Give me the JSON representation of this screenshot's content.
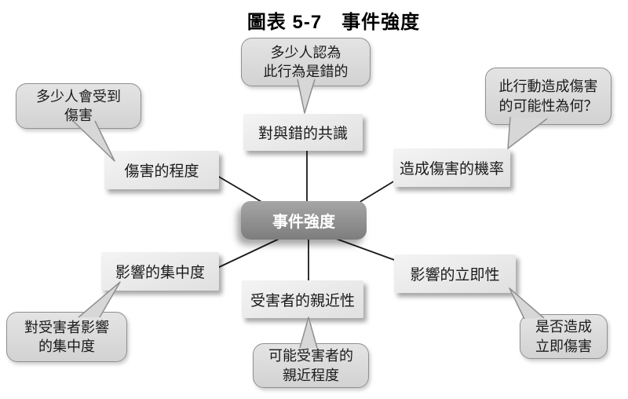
{
  "page": {
    "title": "圖表 5-7　事件強度"
  },
  "colors": {
    "center_fill": "#8a8a8a",
    "center_text": "#ffffff",
    "node_fill": "#e6e6e6",
    "callout_fill": "#d7d7d7",
    "callout_border": "#8f8f8f",
    "line": "#1a1a1a",
    "text": "#1a1a1a"
  },
  "diagram": {
    "center": {
      "label": "事件強度"
    },
    "nodes": [
      {
        "position": "top",
        "label": "對與錯的共識",
        "callout": "多少人認為\n此行為是錯的"
      },
      {
        "position": "upper-left",
        "label": "傷害的程度",
        "callout": "多少人會受到\n傷害"
      },
      {
        "position": "upper-right",
        "label": "造成傷害的機率",
        "callout": "此行動造成傷害\n的可能性為何？"
      },
      {
        "position": "lower-left",
        "label": "影響的集中度",
        "callout": "對受害者影響\n的集中度"
      },
      {
        "position": "bottom",
        "label": "受害者的親近性",
        "callout": "可能受害者的\n親近程度"
      },
      {
        "position": "lower-right",
        "label": "影響的立即性",
        "callout": "是否造成\n立即傷害"
      }
    ]
  }
}
